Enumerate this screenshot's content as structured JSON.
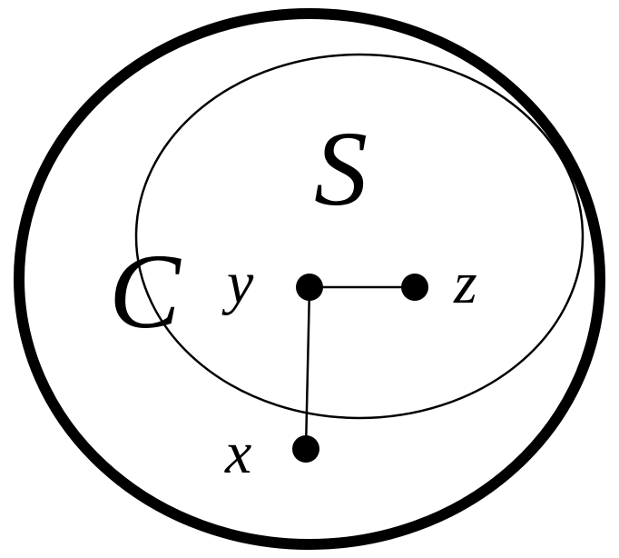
{
  "diagram": {
    "labels": {
      "C": "C",
      "S": "S",
      "y": "y",
      "z": "z",
      "x": "x"
    },
    "nodes": [
      "y",
      "z",
      "x"
    ],
    "edges": [
      [
        "y",
        "z"
      ],
      [
        "y",
        "x"
      ]
    ],
    "colors": {
      "stroke": "#000000",
      "background": "#ffffff"
    }
  }
}
